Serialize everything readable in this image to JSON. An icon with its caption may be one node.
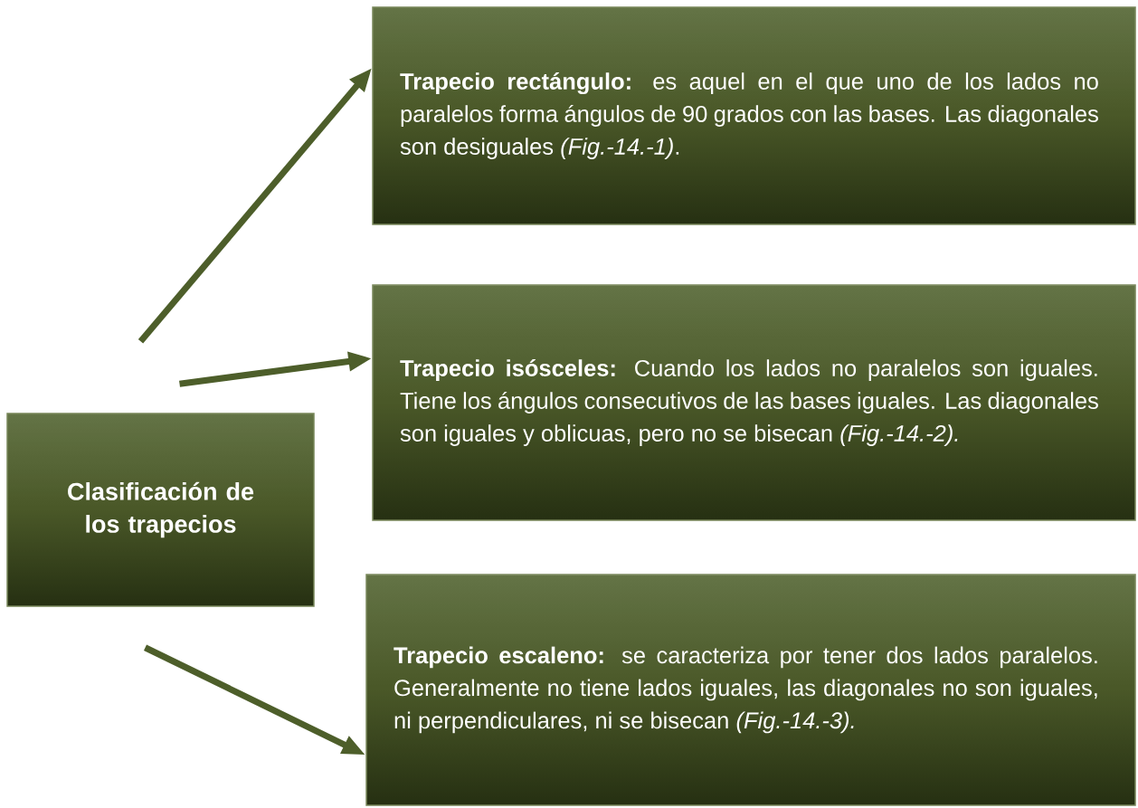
{
  "diagram": {
    "nodes": [
      {
        "text": [
          "Clasificación de los trapecios"
        ]
      },
      {
        "text": [
          "**Trapecio rectángulo:** es aquel en el que uno de los lados no paralelos forma ángulos de 90 grados con las bases. Las diagonales son desiguales *(Fig.-14.-1)*."
        ]
      },
      {
        "text": [
          "**Trapecio isósceles:** Cuando los lados no paralelos son iguales. Tiene los ángulos consecutivos de las bases iguales. Las diagonales son iguales y oblicuas, pero no se bisecan *(Fig.-14.-2).*"
        ]
      },
      {
        "text": [
          "**Trapecio escaleno:** se caracteriza por tener dos lados paralelos. Generalmente no tiene lados iguales, las diagonales no son iguales, ni perpendiculares, ni se bisecan *(Fig.-14.-3).*"
        ]
      }
    ],
    "edges": [
      {
        "from": 0,
        "to": 1,
        "arrow": "to"
      },
      {
        "from": 0,
        "to": 2,
        "arrow": "to"
      },
      {
        "from": 0,
        "to": 3,
        "arrow": "to"
      }
    ]
  }
}
